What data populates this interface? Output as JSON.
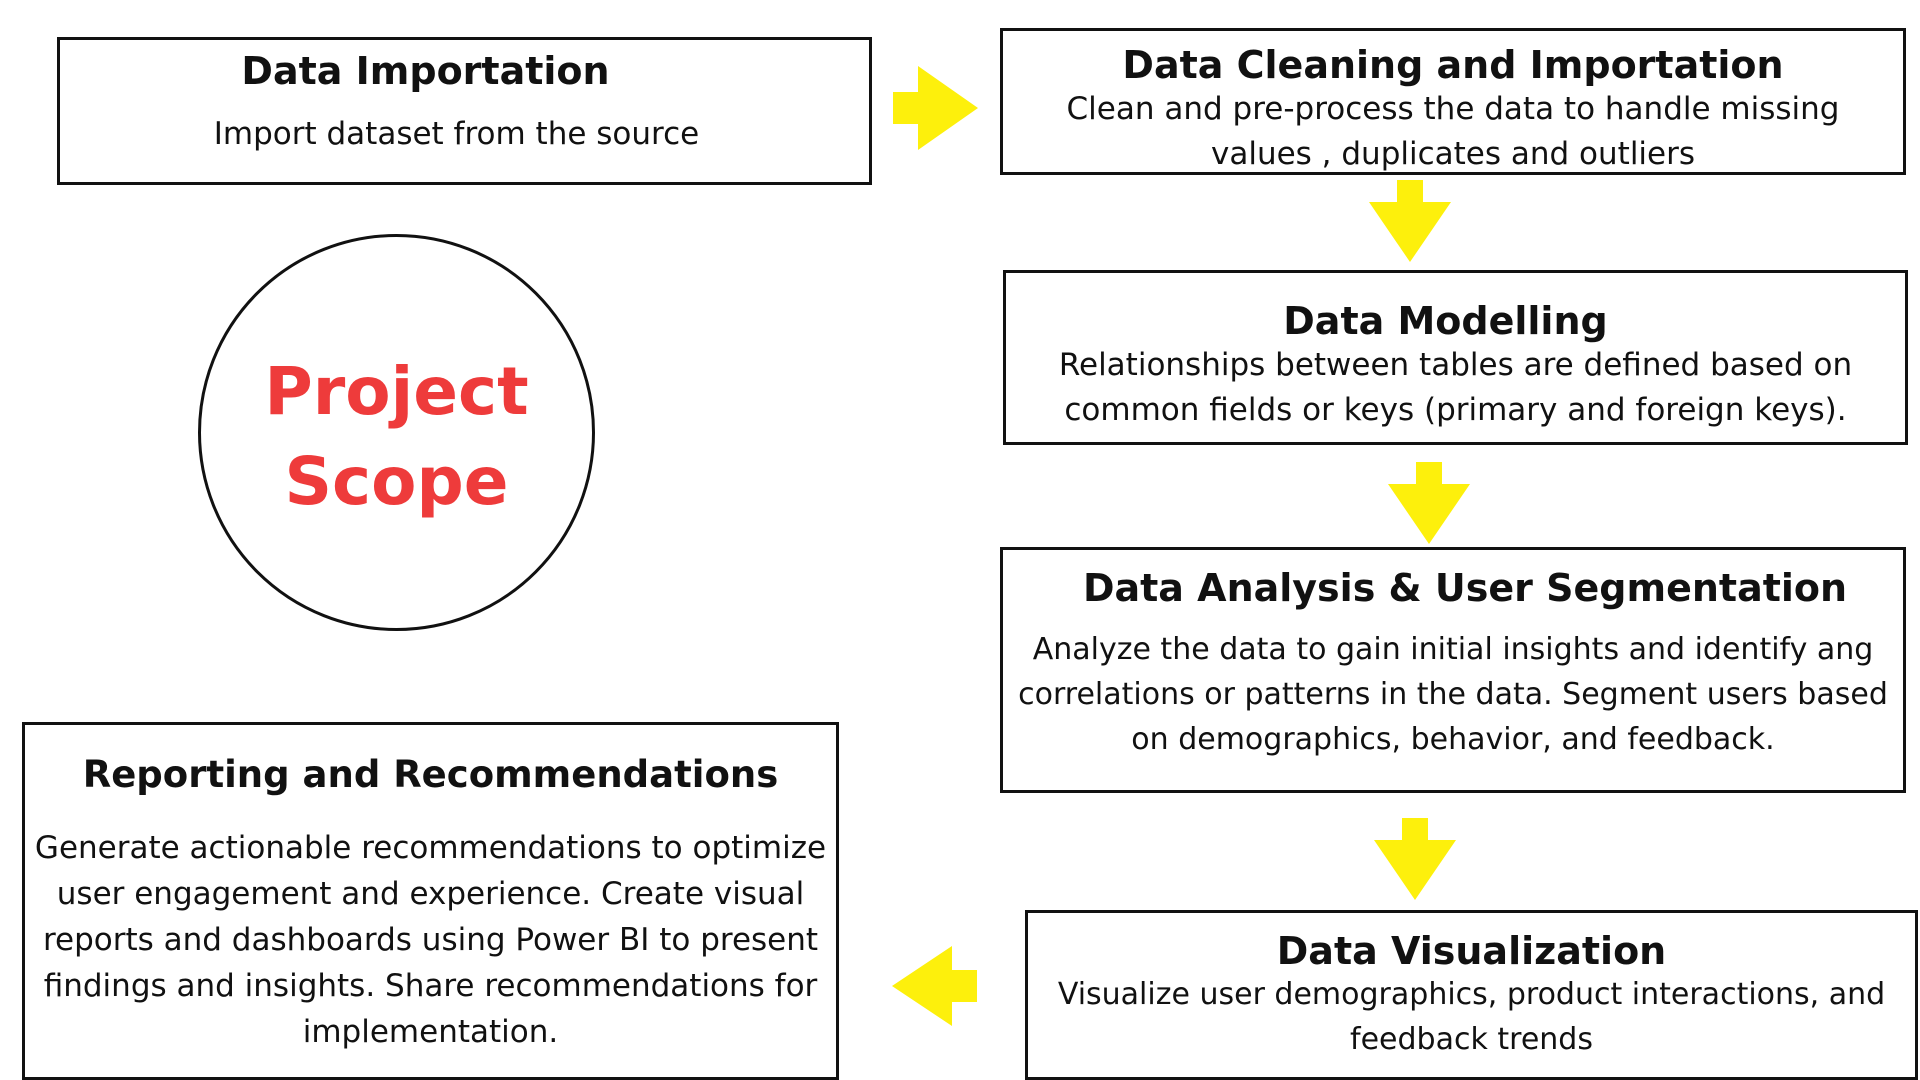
{
  "colors": {
    "arrow": "#fdf00c",
    "scope_text": "#ee3b3b",
    "border": "#111111"
  },
  "scope": {
    "line1": "Project",
    "line2": "Scope"
  },
  "steps": {
    "importation": {
      "title": "Data Importation",
      "desc": "Import dataset from the source"
    },
    "cleaning": {
      "title": "Data Cleaning and Importation",
      "desc": "Clean and pre-process the data to handle missing values , duplicates and outliers"
    },
    "modelling": {
      "title": "Data Modelling",
      "desc": "Relationships between tables are defined based on common fields or keys (primary and foreign keys)."
    },
    "analysis": {
      "title": "Data Analysis & User Segmentation",
      "desc": "Analyze the data to gain initial insights and identify ang correlations or patterns in the data. Segment users based on demographics, behavior, and feedback."
    },
    "visualization": {
      "title": "Data Visualization",
      "desc": "Visualize user demographics, product interactions, and feedback trends"
    },
    "reporting": {
      "title": "Reporting and Recommendations",
      "desc": "Generate actionable recommendations to optimize user engagement and experience. Create visual reports and dashboards using Power BI to present findings and insights. Share recommendations for implementation."
    }
  }
}
